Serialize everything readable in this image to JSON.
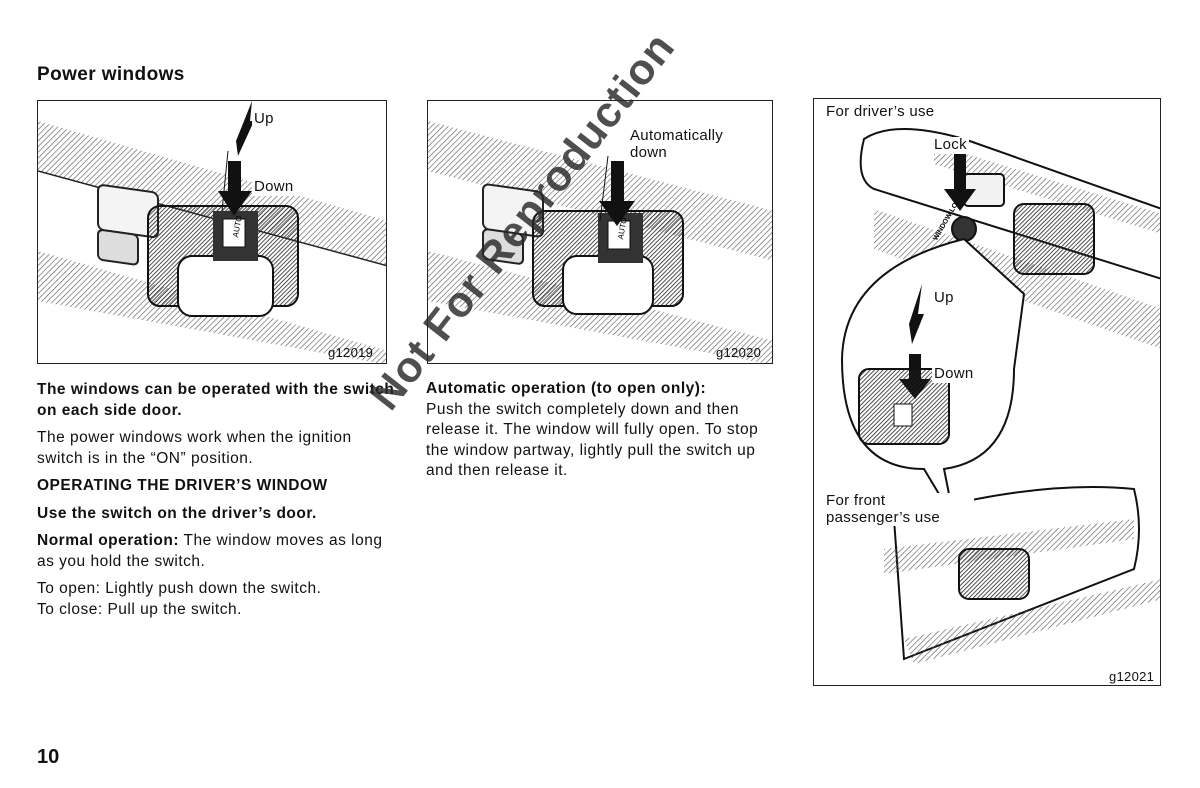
{
  "page": {
    "section_title": "Power windows",
    "page_number": "10",
    "watermark": "Not For Reproduction"
  },
  "figures": {
    "fig1": {
      "code": "g12019",
      "label_up": "Up",
      "label_down": "Down",
      "switch_text": "AUTO"
    },
    "fig2": {
      "code": "g12020",
      "label_auto": "Automatically down",
      "switch_text": "AUTO"
    },
    "fig3": {
      "code": "g12021",
      "label_driver": "For driver’s use",
      "label_lock": "Lock",
      "label_up": "Up",
      "label_down": "Down",
      "label_passenger": "For front passenger’s use",
      "lock_text": "WINDOW LOCK"
    }
  },
  "column1": {
    "heading": "The windows can be operated with the switch on each side door.",
    "intro": "The power windows work when the ignition switch is in the “ON” position.",
    "subheading": "OPERATING THE DRIVER’S WINDOW",
    "subheading2": "Use the switch on the driver’s door.",
    "normal_label": "Normal operation:",
    "normal_text": " The window moves as long as you hold the switch.",
    "open_text": "To open: Lightly push down the switch.",
    "close_text": "To close: Pull up the switch."
  },
  "column2": {
    "auto_label": "Automatic operation (to open only):",
    "auto_text": "Push the switch completely down and then release it. The window will fully open. To stop the window partway, lightly pull the switch up and then release it."
  }
}
